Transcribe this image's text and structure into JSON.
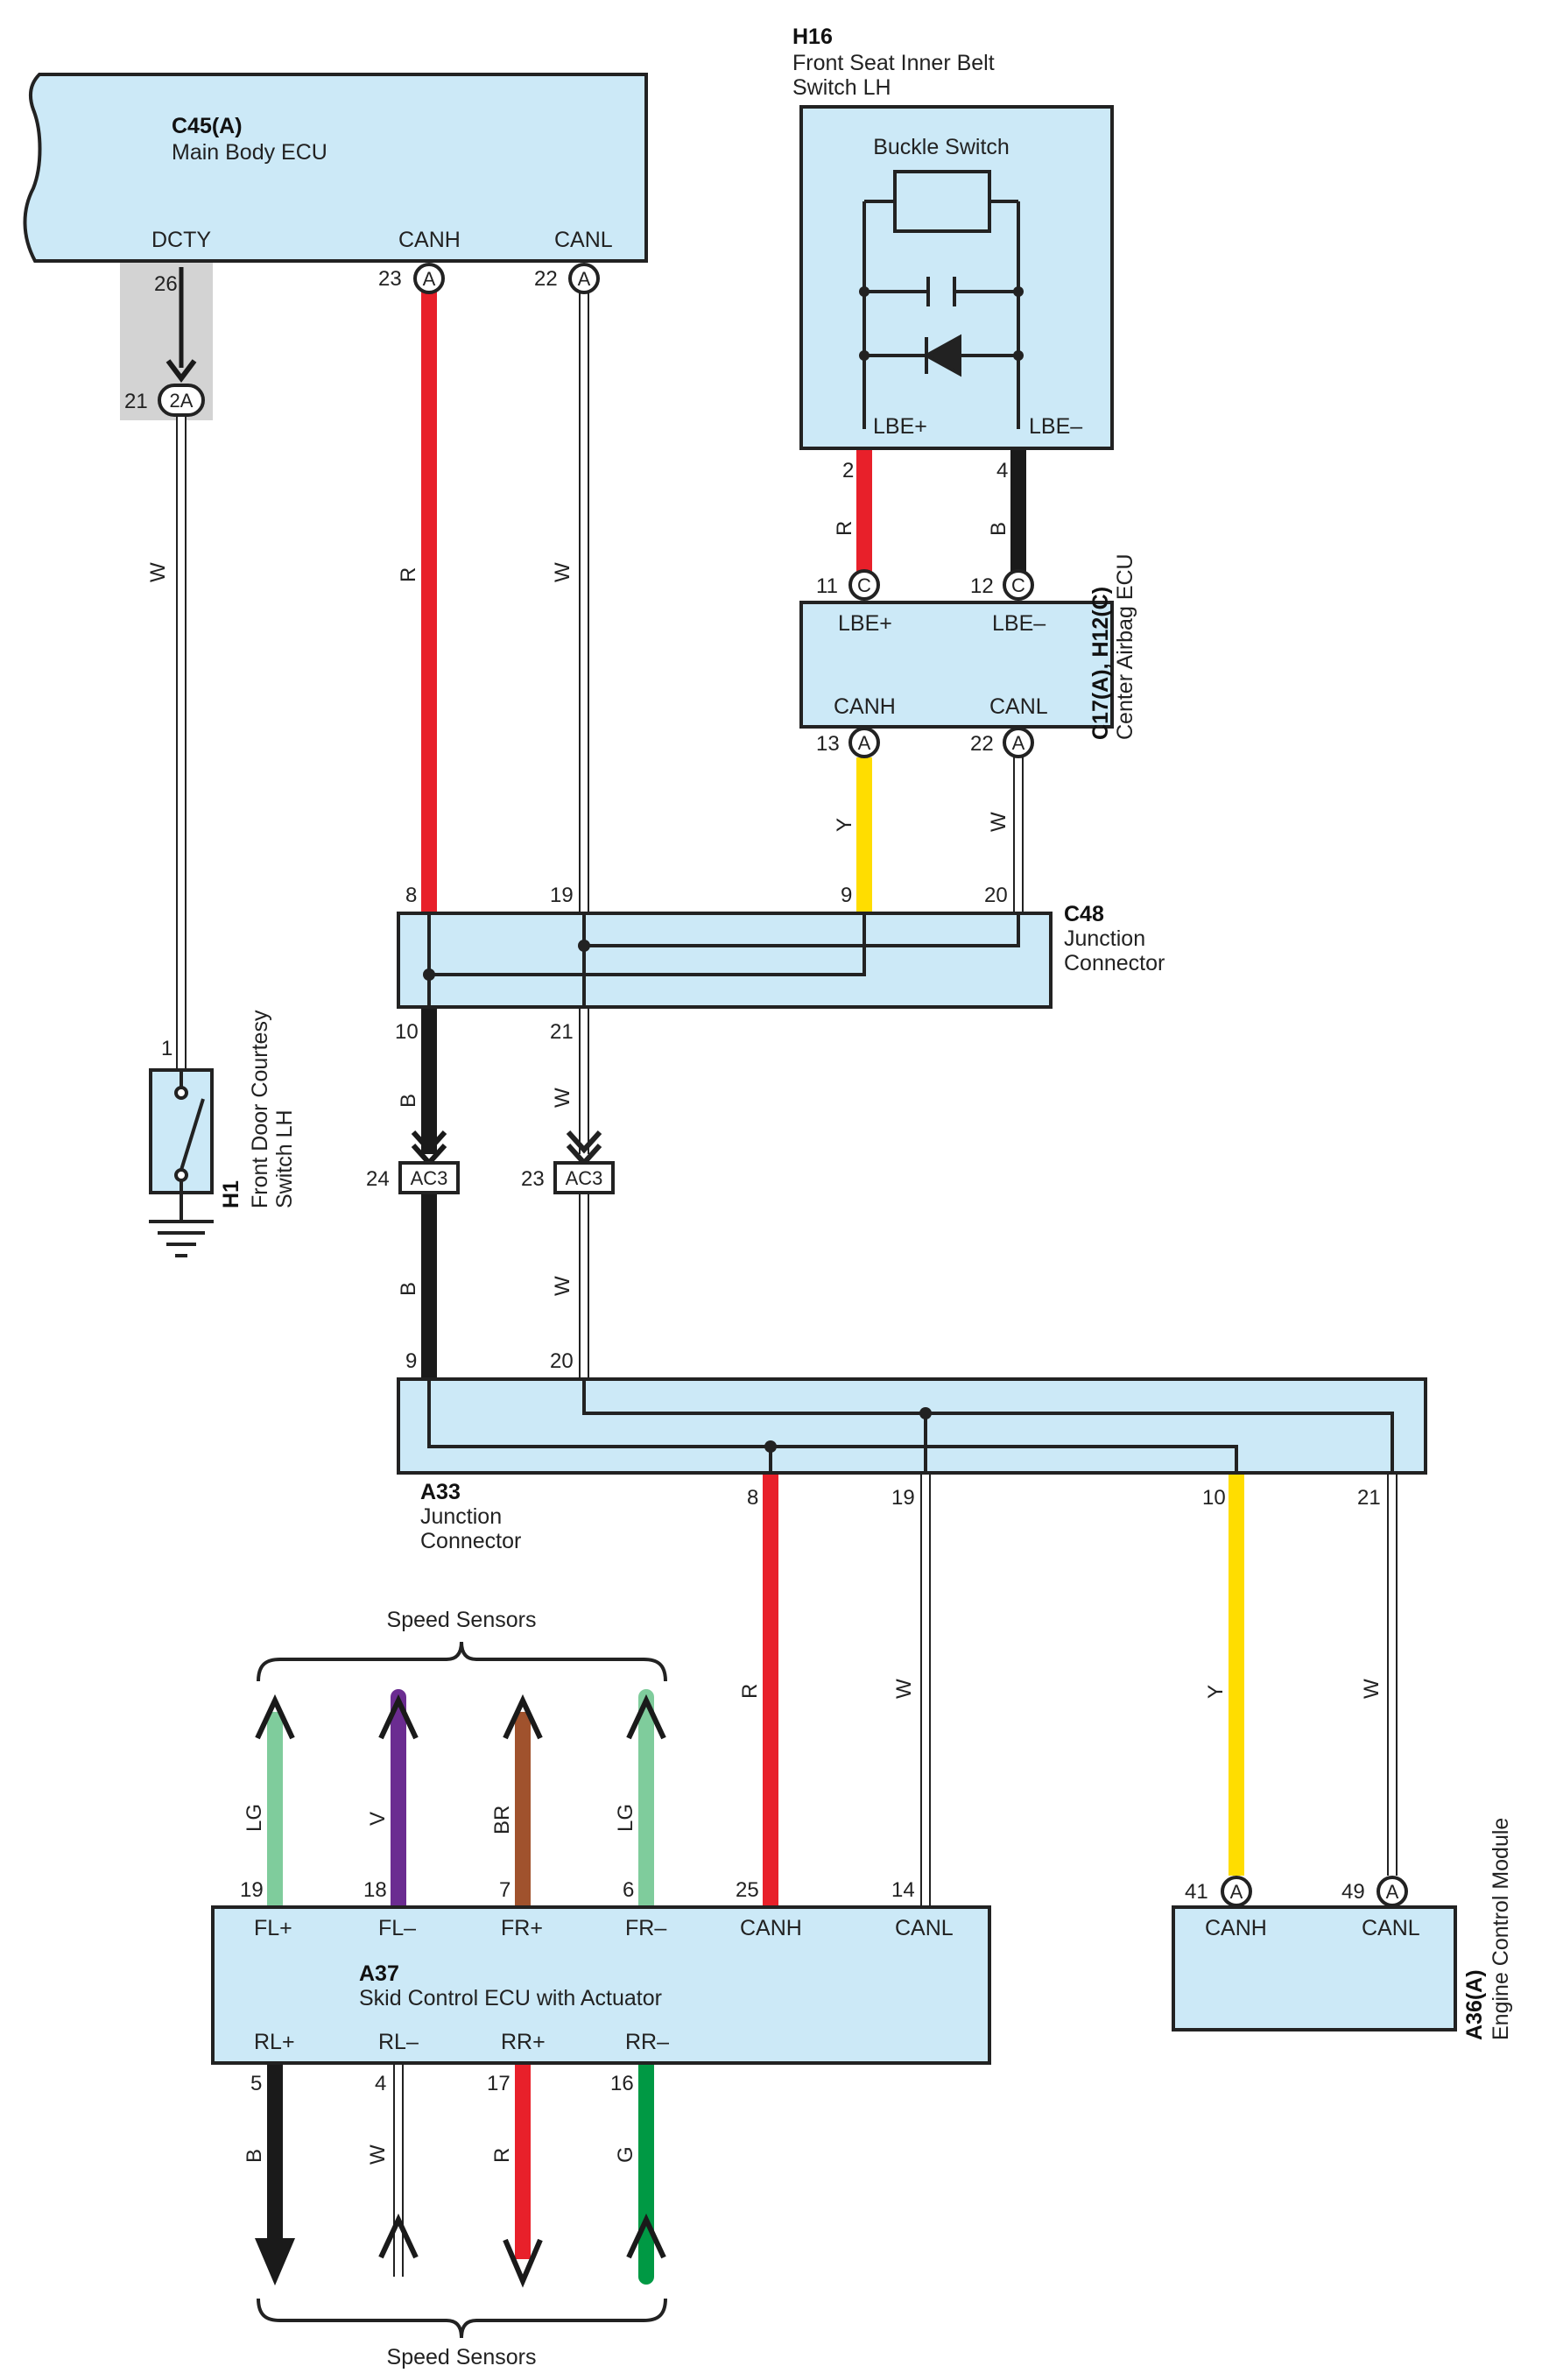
{
  "components": {
    "c45": {
      "id": "C45(A)",
      "name": "Main Body ECU",
      "terminals": [
        "DCTY",
        "CANH",
        "CANL"
      ],
      "pins": [
        "26",
        "23",
        "22"
      ],
      "conn": "A"
    },
    "h16": {
      "id": "H16",
      "name_l1": "Front Seat Inner Belt",
      "name_l2": "Switch LH",
      "inner_label": "Buckle Switch",
      "terminals": [
        "LBE+",
        "LBE–"
      ],
      "pins": [
        "2",
        "4"
      ]
    },
    "c17": {
      "id": "C17(A), H12(C)",
      "name": "Center Airbag ECU",
      "terminals": [
        "LBE+",
        "LBE–",
        "CANH",
        "CANL"
      ],
      "pins": [
        "11",
        "12",
        "13",
        "22"
      ],
      "conn_c": "C",
      "conn_a": "A"
    },
    "c48": {
      "id": "C48",
      "name_l1": "Junction",
      "name_l2": "Connector",
      "pins": [
        "8",
        "19",
        "9",
        "20",
        "10",
        "21"
      ]
    },
    "join": {
      "id": "2A",
      "pin": "21"
    },
    "ac3": {
      "id": "AC3",
      "pins": [
        "24",
        "23"
      ]
    },
    "h1": {
      "id": "H1",
      "name_l1": "Front Door Courtesy",
      "name_l2": "Switch LH",
      "pin": "1"
    },
    "a33": {
      "id": "A33",
      "name_l1": "Junction",
      "name_l2": "Connector",
      "pins": [
        "9",
        "20",
        "8",
        "19",
        "10",
        "21"
      ]
    },
    "a37": {
      "id": "A37",
      "name": "Skid Control ECU with Actuator",
      "terminals_top": [
        "FL+",
        "FL–",
        "FR+",
        "FR–",
        "CANH",
        "CANL"
      ],
      "pins_top": [
        "19",
        "18",
        "7",
        "6",
        "25",
        "14"
      ],
      "terminals_bot": [
        "RL+",
        "RL–",
        "RR+",
        "RR–"
      ],
      "pins_bot": [
        "5",
        "4",
        "17",
        "16"
      ]
    },
    "a36": {
      "id": "A36(A)",
      "name": "Engine Control Module",
      "terminals": [
        "CANH",
        "CANL"
      ],
      "pins": [
        "41",
        "49"
      ],
      "conn": "A"
    }
  },
  "speed_sensors_label": "Speed Sensors",
  "wire_colors": {
    "w1": "W",
    "w2": "R",
    "w3": "W",
    "w4": "R",
    "w5": "B",
    "w6": "Y",
    "w7": "W",
    "w8": "B",
    "w9": "W",
    "w10": "B",
    "w11": "W",
    "w12": "R",
    "w13": "W",
    "w14": "Y",
    "w15": "W",
    "s1": "LG",
    "s2": "V",
    "s3": "BR",
    "s4": "LG",
    "s5": "B",
    "s6": "W",
    "s7": "R",
    "s8": "G"
  },
  "palette": {
    "box_fill": "#cce9f7",
    "red": "#e8202a",
    "yellow": "#ffdd00",
    "black": "#1a1a1a",
    "lightgreen": "#7fcc9c",
    "violet": "#6b2c91",
    "brown": "#a0522d",
    "green": "#009944",
    "shade": "#d3d3d3"
  }
}
